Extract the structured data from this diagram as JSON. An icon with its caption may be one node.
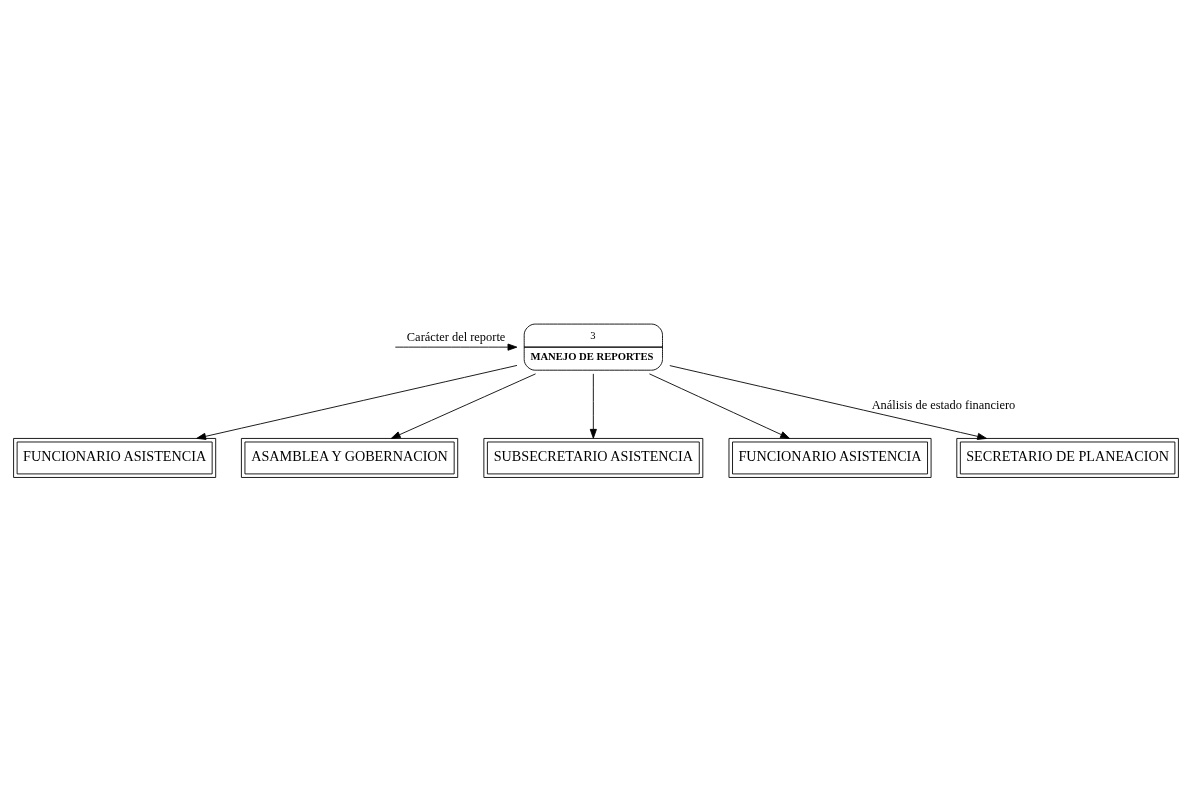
{
  "diagram": {
    "nodes": [
      {
        "text": [
          "3",
          "MANEJO DE REPORTES"
        ]
      },
      {
        "text": [
          "FUNCIONARIO ASISTENCIA"
        ]
      },
      {
        "text": [
          "ASAMBLEA Y GOBERNACION"
        ]
      },
      {
        "text": [
          "SUBSECRETARIO ASISTENCIA"
        ]
      },
      {
        "text": [
          "FUNCIONARIO ASISTENCIA"
        ]
      },
      {
        "text": [
          "SECRETARIO DE PLANEACION"
        ]
      }
    ],
    "edges": [
      {
        "from": null,
        "to": 0,
        "arrow": "to",
        "label": "Carácter del reporte"
      },
      {
        "from": 0,
        "to": 1,
        "arrow": "to"
      },
      {
        "from": 0,
        "to": 2,
        "arrow": "to"
      },
      {
        "from": 0,
        "to": 3,
        "arrow": "to"
      },
      {
        "from": 0,
        "to": 4,
        "arrow": "to"
      },
      {
        "from": 0,
        "to": 5,
        "arrow": "to",
        "label": "Análisis de estado financiero"
      }
    ]
  }
}
